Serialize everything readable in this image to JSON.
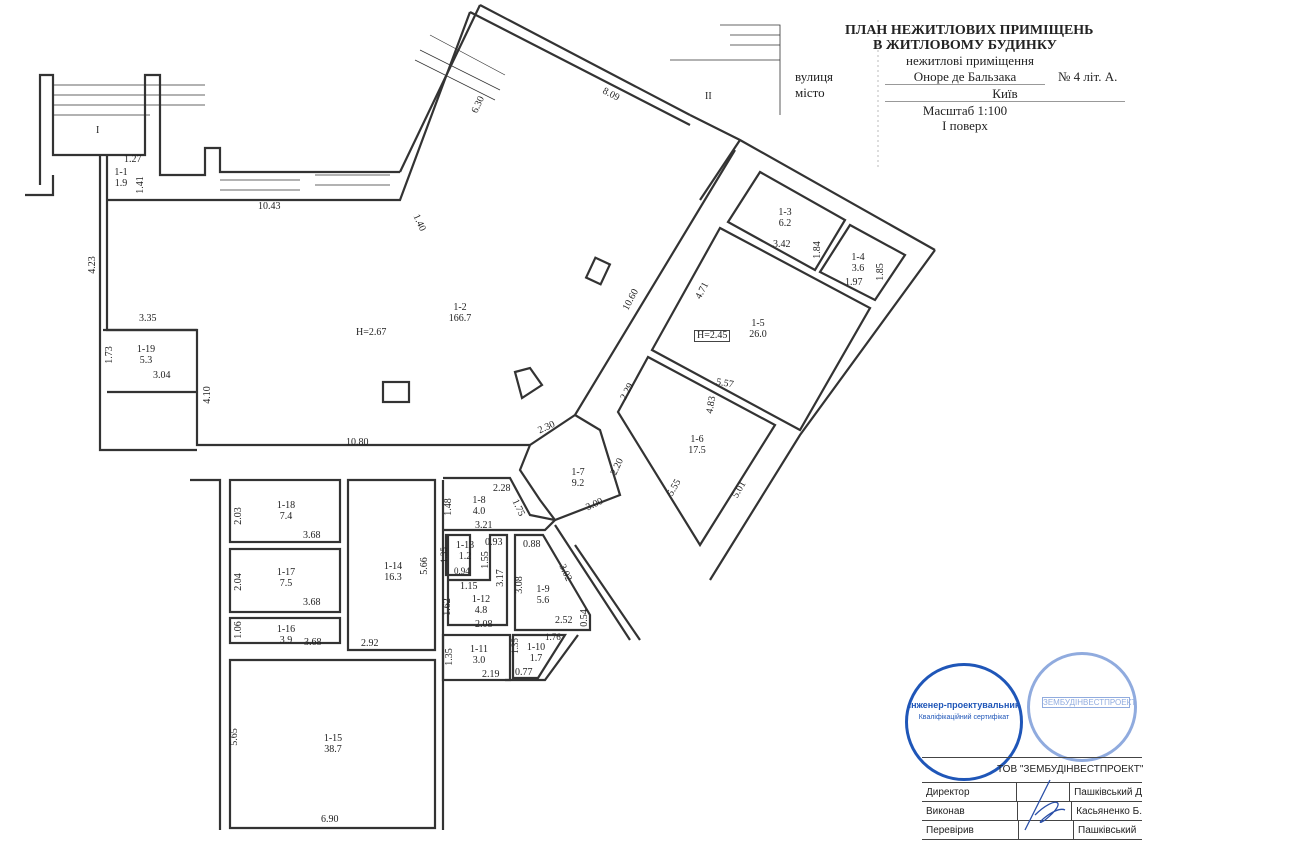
{
  "header": {
    "title_line1": "ПЛАН  НЕЖИТЛОВИХ ПРИМІЩЕНЬ",
    "title_line2": "В ЖИТЛОВОМУ БУДИНКУ",
    "subtitle": "нежитлові приміщення",
    "street_label": "вулиця",
    "street": "Оноре де Бальзака",
    "number": "№  4  літ. А.",
    "city_label": "місто",
    "city": "Київ",
    "scale": "Масштаб 1:100",
    "floor": "I поверх"
  },
  "annex_labels": [
    "I",
    "II"
  ],
  "rooms": [
    {
      "id": "1-1",
      "area": "1.9"
    },
    {
      "id": "1-2",
      "area": "166.7",
      "height": "H=2.67"
    },
    {
      "id": "1-3",
      "area": "6.2"
    },
    {
      "id": "1-4",
      "area": "3.6"
    },
    {
      "id": "1-5",
      "area": "26.0",
      "height": "H=2.45"
    },
    {
      "id": "1-6",
      "area": "17.5"
    },
    {
      "id": "1-7",
      "area": "9.2"
    },
    {
      "id": "1-8",
      "area": "4.0"
    },
    {
      "id": "1-9",
      "area": "5.6"
    },
    {
      "id": "1-10",
      "area": "1.7"
    },
    {
      "id": "1-11",
      "area": "3.0"
    },
    {
      "id": "1-12",
      "area": "4.8"
    },
    {
      "id": "1-13",
      "area": "1.2"
    },
    {
      "id": "1-14",
      "area": "16.3"
    },
    {
      "id": "1-15",
      "area": "38.7"
    },
    {
      "id": "1-16",
      "area": "3.9"
    },
    {
      "id": "1-17",
      "area": "7.5"
    },
    {
      "id": "1-18",
      "area": "7.4"
    },
    {
      "id": "1-19",
      "area": "5.3"
    }
  ],
  "dimensions": [
    "1.27",
    "1.41",
    "10.43",
    "6.30",
    "8.09",
    "1.40",
    "4.23",
    "3.35",
    "1.73",
    "3.04",
    "4.10",
    "10.80",
    "10.60",
    "2.30",
    "2.20",
    "3.00",
    "1.75",
    "2.28",
    "1.48",
    "3.21",
    "2.03",
    "3.68",
    "2.04",
    "3.68",
    "1.06",
    "3.68",
    "5.66",
    "2.92",
    "5.65",
    "6.90",
    "1.35",
    "0.94",
    "0.93",
    "1.55",
    "3.17",
    "1.15",
    "1.62",
    "2.08",
    "0.88",
    "3.08",
    "3.02",
    "2.52",
    "0.54",
    "1.35",
    "2.19",
    "1.35",
    "1.76",
    "0.77",
    "3.42",
    "1.84",
    "1.97",
    "1.85",
    "4.71",
    "5.57",
    "2.29",
    "4.83",
    "5.55",
    "5.01"
  ],
  "stamps": {
    "left": {
      "text": "Інженер-проектувальник",
      "sub": "Кваліфікаційний сертифікат"
    },
    "right": {
      "text": "ЗЕМБУДІНВЕСТПРОЕКТ"
    }
  },
  "title_block": {
    "company": "ТОВ \"ЗЕМБУДІНВЕСТПРОЕКТ\"",
    "rows": [
      {
        "role": "Директор",
        "name": "Пашківський Д"
      },
      {
        "role": "Виконав",
        "name": "Касьяненко Б."
      },
      {
        "role": "Перевірив",
        "name": "Пашківський"
      }
    ]
  },
  "colors": {
    "walls": "#333333",
    "stamp": "#1f56b8"
  }
}
